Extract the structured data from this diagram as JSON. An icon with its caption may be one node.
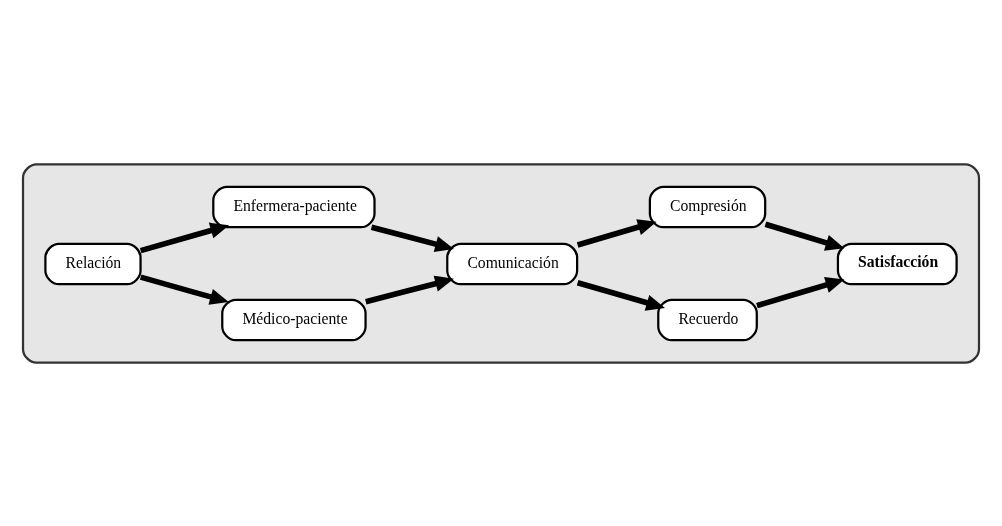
{
  "diagram": {
    "nodes": [
      {
        "text": [],
        "shape": "box"
      },
      {
        "text": [
          "Enfermera-paciente"
        ],
        "in": 0
      },
      {
        "text": [
          "Compresión"
        ],
        "in": 0
      },
      {
        "text": [
          "Relación"
        ],
        "in": 0
      },
      {
        "text": [
          "Comunicación"
        ],
        "in": 0
      },
      {
        "text": [
          "Satisfacción"
        ],
        "in": 0
      },
      {
        "text": [
          "Médico-paciente"
        ],
        "in": 0
      },
      {
        "text": [
          "Recuerdo"
        ],
        "in": 0
      }
    ],
    "edges": [
      {
        "from": 3,
        "to": 1,
        "arrow": "to"
      },
      {
        "from": 3,
        "to": 6,
        "arrow": "to"
      },
      {
        "from": 1,
        "to": 4,
        "arrow": "to"
      },
      {
        "from": 6,
        "to": 4,
        "arrow": "to"
      },
      {
        "from": 4,
        "to": 2,
        "arrow": "to"
      },
      {
        "from": 4,
        "to": 7,
        "arrow": "to"
      },
      {
        "from": 2,
        "to": 5,
        "arrow": "to"
      },
      {
        "from": 7,
        "to": 5,
        "arrow": "to"
      }
    ]
  }
}
